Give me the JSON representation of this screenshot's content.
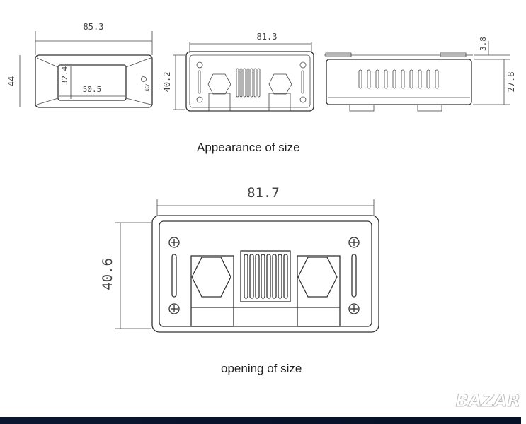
{
  "top_views": {
    "front": {
      "width": "85.3",
      "height": "44",
      "screen_height": "32.4",
      "screen_width": "50.5",
      "key_label": "KEY"
    },
    "back": {
      "width": "81.3",
      "height": "40.2"
    },
    "side": {
      "tab_height": "3.8",
      "body_height": "27.8"
    },
    "caption": "Appearance of size"
  },
  "bottom_view": {
    "width": "81.7",
    "height": "40.6",
    "caption": "opening of size"
  },
  "watermark": "BAZAR"
}
